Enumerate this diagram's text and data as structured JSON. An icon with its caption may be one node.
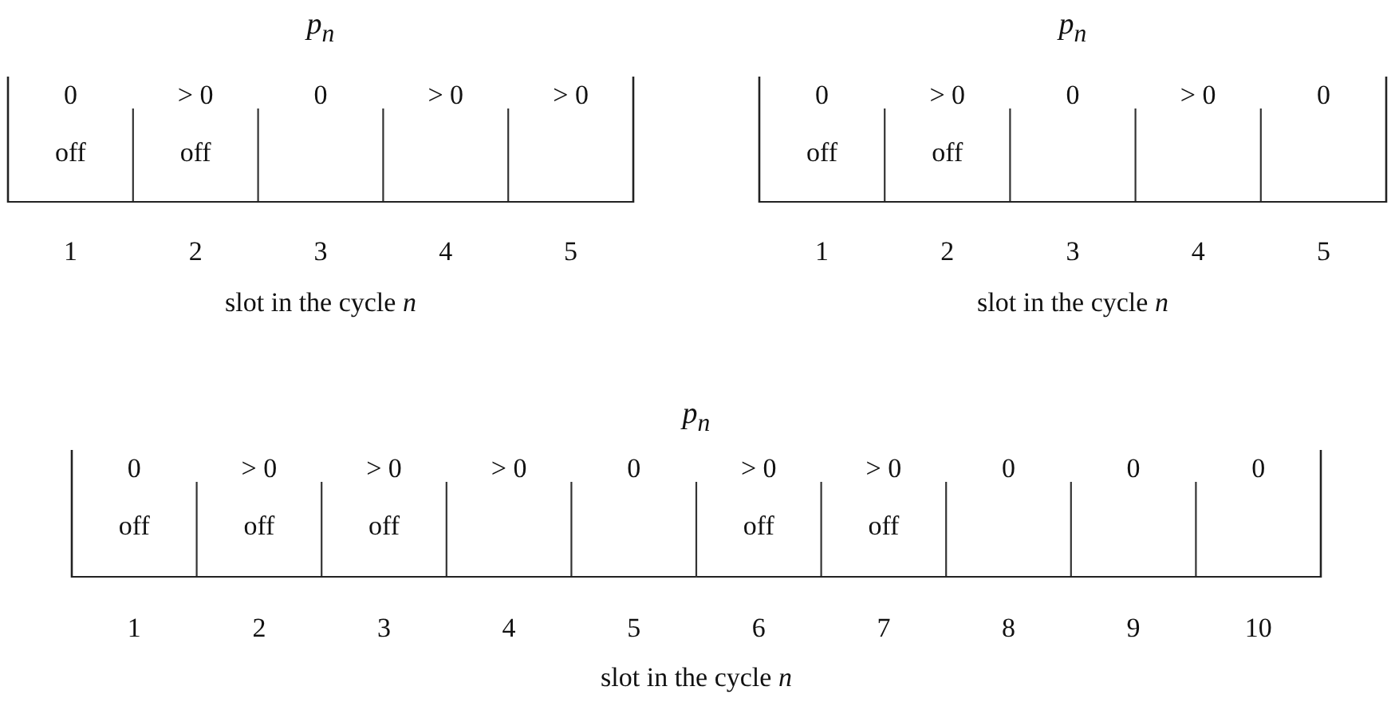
{
  "diagram": {
    "nodes": [
      {
        "text": [
          "0",
          "off"
        ]
      },
      {
        "text": [
          "> 0",
          "off"
        ]
      },
      {
        "text": [
          "0"
        ]
      },
      {
        "text": [
          "> 0"
        ]
      },
      {
        "text": [
          "> 0"
        ]
      },
      {
        "text": [
          "0",
          "off"
        ]
      },
      {
        "text": [
          "> 0",
          "off"
        ]
      },
      {
        "text": [
          "0"
        ]
      },
      {
        "text": [
          "> 0"
        ]
      },
      {
        "text": [
          "0"
        ]
      },
      {
        "text": [
          "0",
          "off"
        ]
      },
      {
        "text": [
          "> 0",
          "off"
        ]
      },
      {
        "text": [
          "> 0",
          "off"
        ]
      },
      {
        "text": [
          "> 0"
        ]
      },
      {
        "text": [
          "0"
        ]
      },
      {
        "text": [
          "> 0",
          "off"
        ]
      },
      {
        "text": [
          "> 0",
          "off"
        ]
      },
      {
        "text": [
          "0"
        ]
      },
      {
        "text": [
          "0"
        ]
      },
      {
        "text": [
          "0"
        ]
      }
    ],
    "labels": [
      "p$_{n}$",
      "1",
      "2",
      "3",
      "4",
      "5",
      "slot in the cycle *n*",
      "p$_{n}$",
      "1",
      "2",
      "3",
      "4",
      "5",
      "slot in the cycle *n*",
      "p$_{n}$",
      "1",
      "2",
      "3",
      "4",
      "5",
      "6",
      "7",
      "8",
      "9",
      "10",
      "slot in the cycle *n*"
    ]
  }
}
